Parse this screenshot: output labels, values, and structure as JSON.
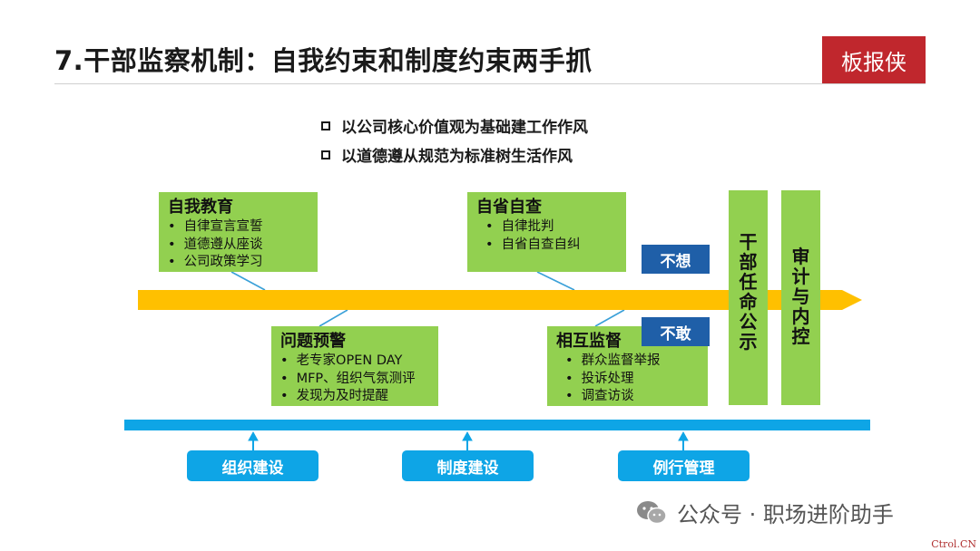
{
  "title": "7.干部监察机制：自我约束和制度约束两手抓",
  "brand": "板报侠",
  "principles": [
    "以公司核心价值观为基础建工作作风",
    "以道德遵从规范为标准树生活作风"
  ],
  "boxes": {
    "self_education": {
      "heading": "自我教育",
      "items": [
        "自律宣言宣誓",
        "道德遵从座谈",
        "公司政策学习"
      ]
    },
    "problem_warning": {
      "heading": "问题预警",
      "items": [
        "老专家OPEN DAY",
        "MFP、组织气氛测评",
        "发现为及时提醒"
      ]
    },
    "self_examination": {
      "heading": "自省自查",
      "items": [
        "自律批判",
        "自省自查自纠"
      ]
    },
    "mutual_supervision": {
      "heading": "相互监督",
      "items": [
        "群众监督举报",
        "投诉处理",
        "调查访谈"
      ]
    }
  },
  "tags": {
    "no_think": "不想",
    "no_dare": "不敢"
  },
  "vertical_bars": {
    "appointment": [
      "干",
      "部",
      "任",
      "命",
      "公",
      "示"
    ],
    "audit": [
      "审",
      "计",
      "与",
      "内",
      "控"
    ]
  },
  "foundations": [
    "组织建设",
    "制度建设",
    "例行管理"
  ],
  "watermark": "公众号 · 职场进阶助手",
  "corner_mark": "Ctrol.CN",
  "colors": {
    "green": "#92d050",
    "arrow": "#ffc000",
    "blue_tag": "#1f5fa8",
    "cyan": "#0ea5e6",
    "brand_red": "#c0272d"
  }
}
